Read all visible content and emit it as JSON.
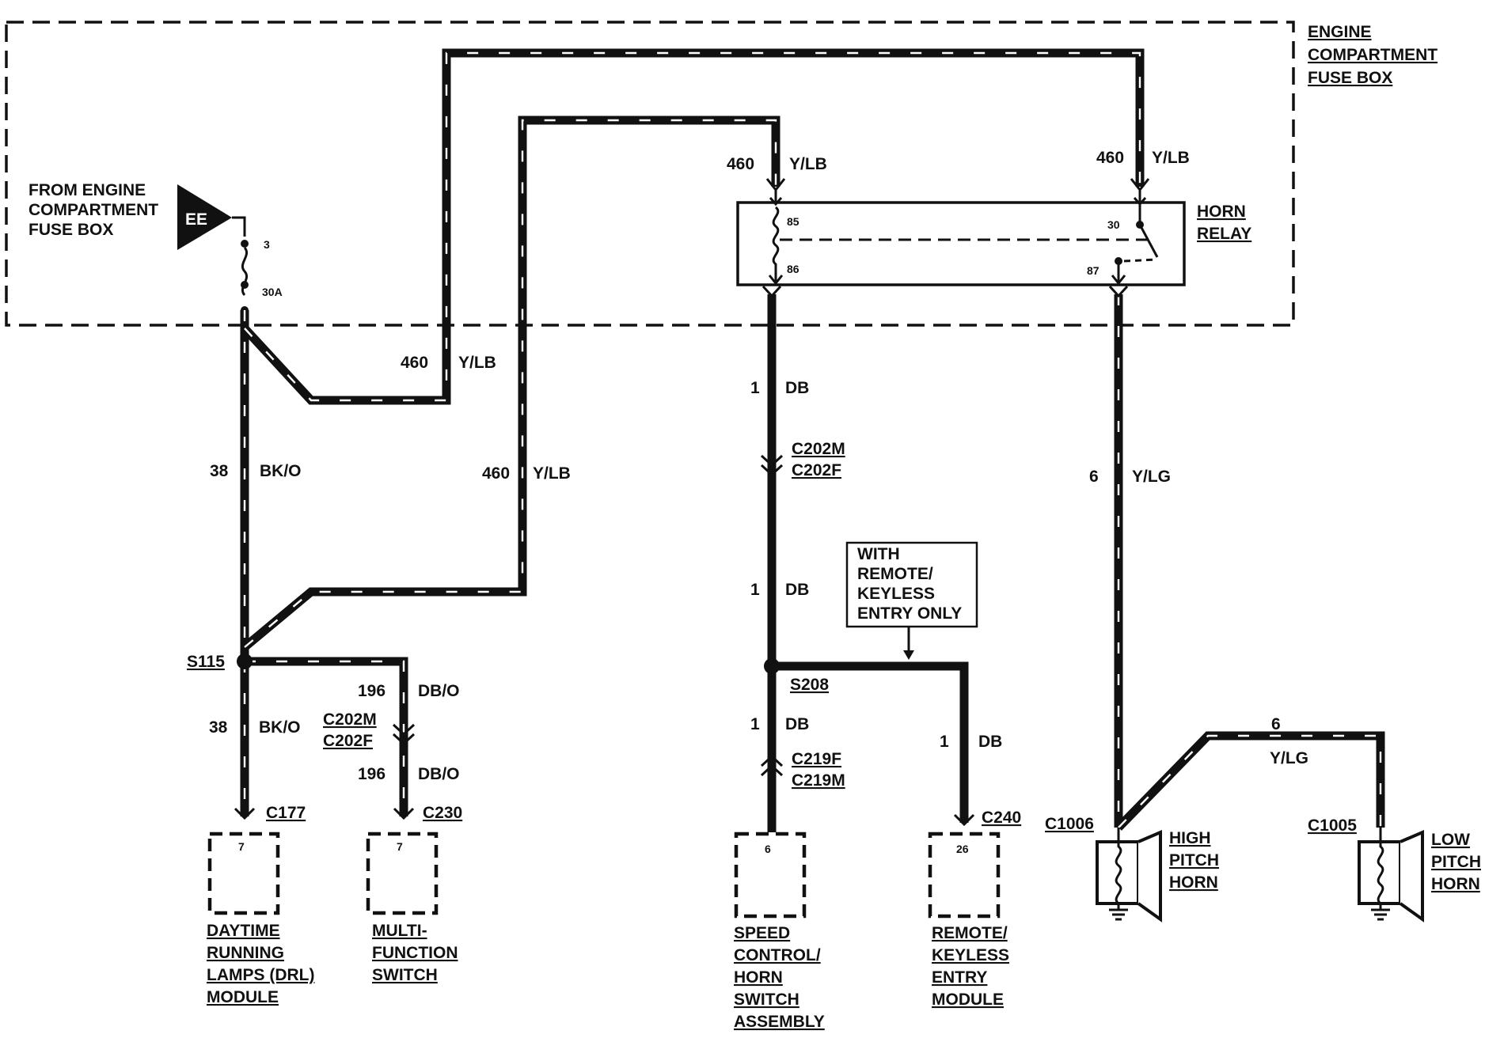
{
  "fuse_box": {
    "title_lines": [
      "ENGINE",
      "COMPARTMENT",
      "FUSE BOX"
    ],
    "feed_lines": [
      "FROM ENGINE",
      "COMPARTMENT",
      "FUSE BOX"
    ],
    "feed_tag": "EE",
    "fuse_pin": "3",
    "fuse_rating": "30A"
  },
  "relay": {
    "title_lines": [
      "HORN",
      "RELAY"
    ],
    "pins": {
      "p85": "85",
      "p86": "86",
      "p30": "30",
      "p87": "87"
    }
  },
  "wires": {
    "w460_upper": {
      "circuit": "460",
      "color": "Y/LB"
    },
    "w460_lower": {
      "circuit": "460",
      "color": "Y/LB"
    },
    "w460_relay85": {
      "circuit": "460",
      "color": "Y/LB"
    },
    "w460_relay30": {
      "circuit": "460",
      "color": "Y/LB"
    },
    "w38_upper": {
      "circuit": "38",
      "color": "BK/O"
    },
    "w38_lower": {
      "circuit": "38",
      "color": "BK/O"
    },
    "w196_upper": {
      "circuit": "196",
      "color": "DB/O"
    },
    "w196_lower": {
      "circuit": "196",
      "color": "DB/O"
    },
    "w1_a": {
      "circuit": "1",
      "color": "DB"
    },
    "w1_b": {
      "circuit": "1",
      "color": "DB"
    },
    "w1_c": {
      "circuit": "1",
      "color": "DB"
    },
    "w1_d": {
      "circuit": "1",
      "color": "DB"
    },
    "w6_main": {
      "circuit": "6",
      "color": "Y/LG"
    },
    "w6_low": {
      "circuit": "6",
      "color": "Y/LG"
    }
  },
  "splices": {
    "s115": "S115",
    "s208": "S208"
  },
  "connectors": {
    "c202_left": [
      "C202M",
      "C202F"
    ],
    "c202_center": [
      "C202M",
      "C202F"
    ],
    "c219": [
      "C219F",
      "C219M"
    ],
    "c177": "C177",
    "c230": "C230",
    "c240": "C240",
    "c1006": "C1006",
    "c1005": "C1005"
  },
  "note_lines": [
    "WITH",
    "REMOTE/",
    "KEYLESS",
    "ENTRY ONLY"
  ],
  "components": {
    "drl": {
      "pin": "7",
      "lines": [
        "DAYTIME",
        "RUNNING",
        "LAMPS (DRL)",
        "MODULE"
      ]
    },
    "mfs": {
      "pin": "7",
      "lines": [
        "MULTI-",
        "FUNCTION",
        "SWITCH"
      ]
    },
    "speed": {
      "pin": "6",
      "lines": [
        "SPEED",
        "CONTROL/",
        "HORN",
        "SWITCH",
        "ASSEMBLY"
      ]
    },
    "rke": {
      "pin": "26",
      "lines": [
        "REMOTE/",
        "KEYLESS",
        "ENTRY",
        "MODULE"
      ]
    },
    "high_horn": {
      "lines": [
        "HIGH",
        "PITCH",
        "HORN"
      ]
    },
    "low_horn": {
      "lines": [
        "LOW",
        "PITCH",
        "HORN"
      ]
    }
  }
}
